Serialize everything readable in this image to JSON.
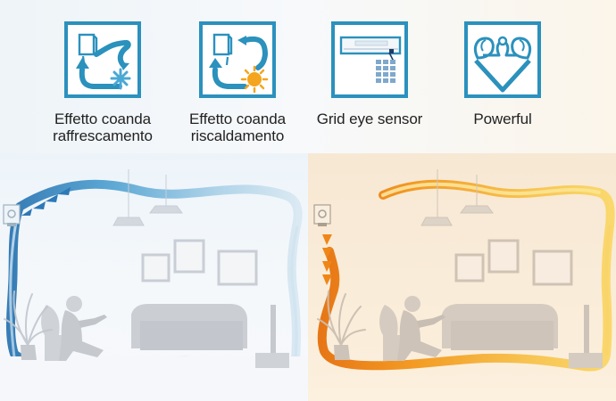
{
  "features": [
    {
      "icon_name": "coanda-cooling-icon",
      "label_line_1": "Effetto coanda",
      "label_line_2": "raffrescamento",
      "accent": "#2b91bd",
      "emblem": "#4aa8d4"
    },
    {
      "icon_name": "coanda-heating-icon",
      "label_line_1": "Effetto coanda",
      "label_line_2": "riscaldamento",
      "accent": "#2b91bd",
      "emblem": "#f4a51d"
    },
    {
      "icon_name": "grid-eye-sensor-icon",
      "label_line_1": "Grid eye sensor",
      "label_line_2": "",
      "accent": "#2b91bd",
      "emblem": "#7fa8cc"
    },
    {
      "icon_name": "powerful-icon",
      "label_line_1": "Powerful",
      "label_line_2": "",
      "accent": "#2b91bd",
      "emblem": "#2b91bd"
    }
  ],
  "scenes": [
    {
      "mode": "cooling",
      "airflow_color": "#2f8bc2",
      "arrow_color": "#2d78b8",
      "background": "#f6f7fb"
    },
    {
      "mode": "heating",
      "airflow_color": "#f09a24",
      "arrow_color": "#ef8618",
      "background": "#fbf0de"
    }
  ]
}
